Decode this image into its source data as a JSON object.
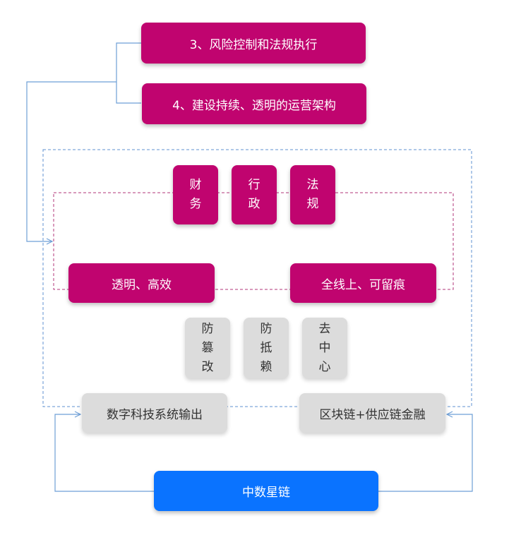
{
  "top_boxes": {
    "item3": "3、风险控制和法规执行",
    "item4": "4、建设持续、透明的运营架构"
  },
  "pillars": {
    "finance": "财务",
    "administration": "行政",
    "regulation": "法规"
  },
  "features": {
    "transparent": "透明、高效",
    "online": "全线上、可留痕"
  },
  "properties": {
    "tamper_proof": "防篡改",
    "repudiation_proof": "防抵赖",
    "decentralized": "去中心"
  },
  "outputs": {
    "digital_tech": "数字科技系统输出",
    "blockchain": "区块链+供应链金融"
  },
  "core": {
    "label": "中数星链"
  },
  "colors": {
    "magenta": "#c0046f",
    "gray": "#dcdcdc",
    "blue": "#0a73ff",
    "line_blue": "#6e9fd6",
    "dash_magenta": "#b0357a"
  }
}
